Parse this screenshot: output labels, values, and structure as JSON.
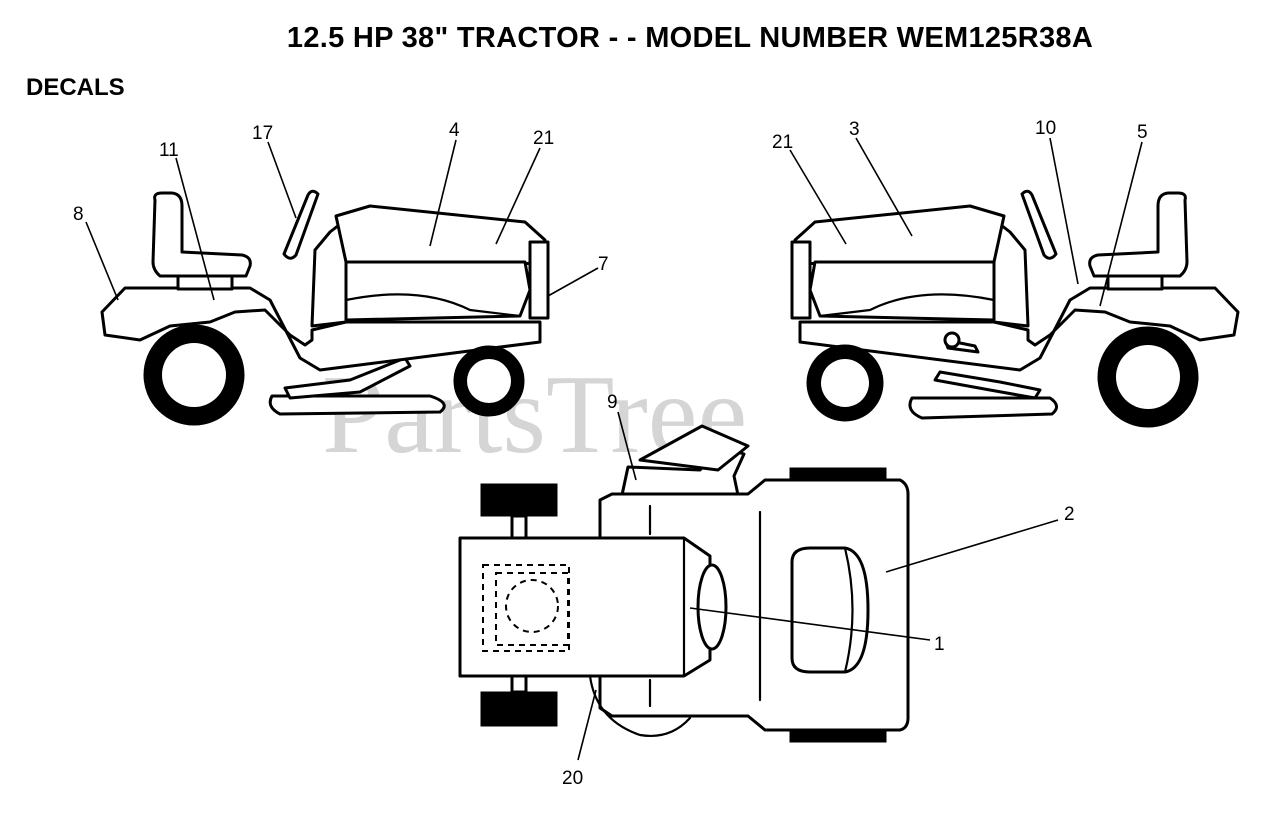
{
  "title": "12.5 HP 38\" TRACTOR - - MODEL NUMBER WEM125R38A",
  "section_label": "DECALS",
  "watermark": "PartsTree",
  "callouts": {
    "c1": "1",
    "c2": "2",
    "c3": "3",
    "c4": "4",
    "c5": "5",
    "c7": "7",
    "c8": "8",
    "c9": "9",
    "c10": "10",
    "c11": "11",
    "c17": "17",
    "c20": "20",
    "c21_left": "21",
    "c21_right": "21"
  }
}
